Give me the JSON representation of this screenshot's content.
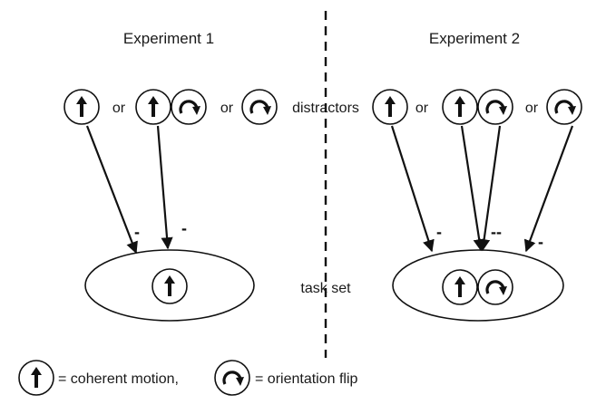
{
  "experiments": [
    {
      "title": "Experiment 1"
    },
    {
      "title": "Experiment 2"
    }
  ],
  "labels": {
    "or": "or",
    "distractors": "distractors",
    "task_set": "task set"
  },
  "signs": {
    "exp1_left": "-",
    "exp1_right": "-",
    "exp2_left": "-",
    "exp2_middle": "--",
    "exp2_right": "-"
  },
  "legend": {
    "coherent_motion": "= coherent motion,",
    "orientation_flip": "= orientation flip"
  },
  "icons": {
    "coherent_motion": "up-arrow-icon",
    "orientation_flip": "curved-arrow-icon"
  },
  "colors": {
    "stroke": "#111111",
    "background": "#ffffff"
  }
}
